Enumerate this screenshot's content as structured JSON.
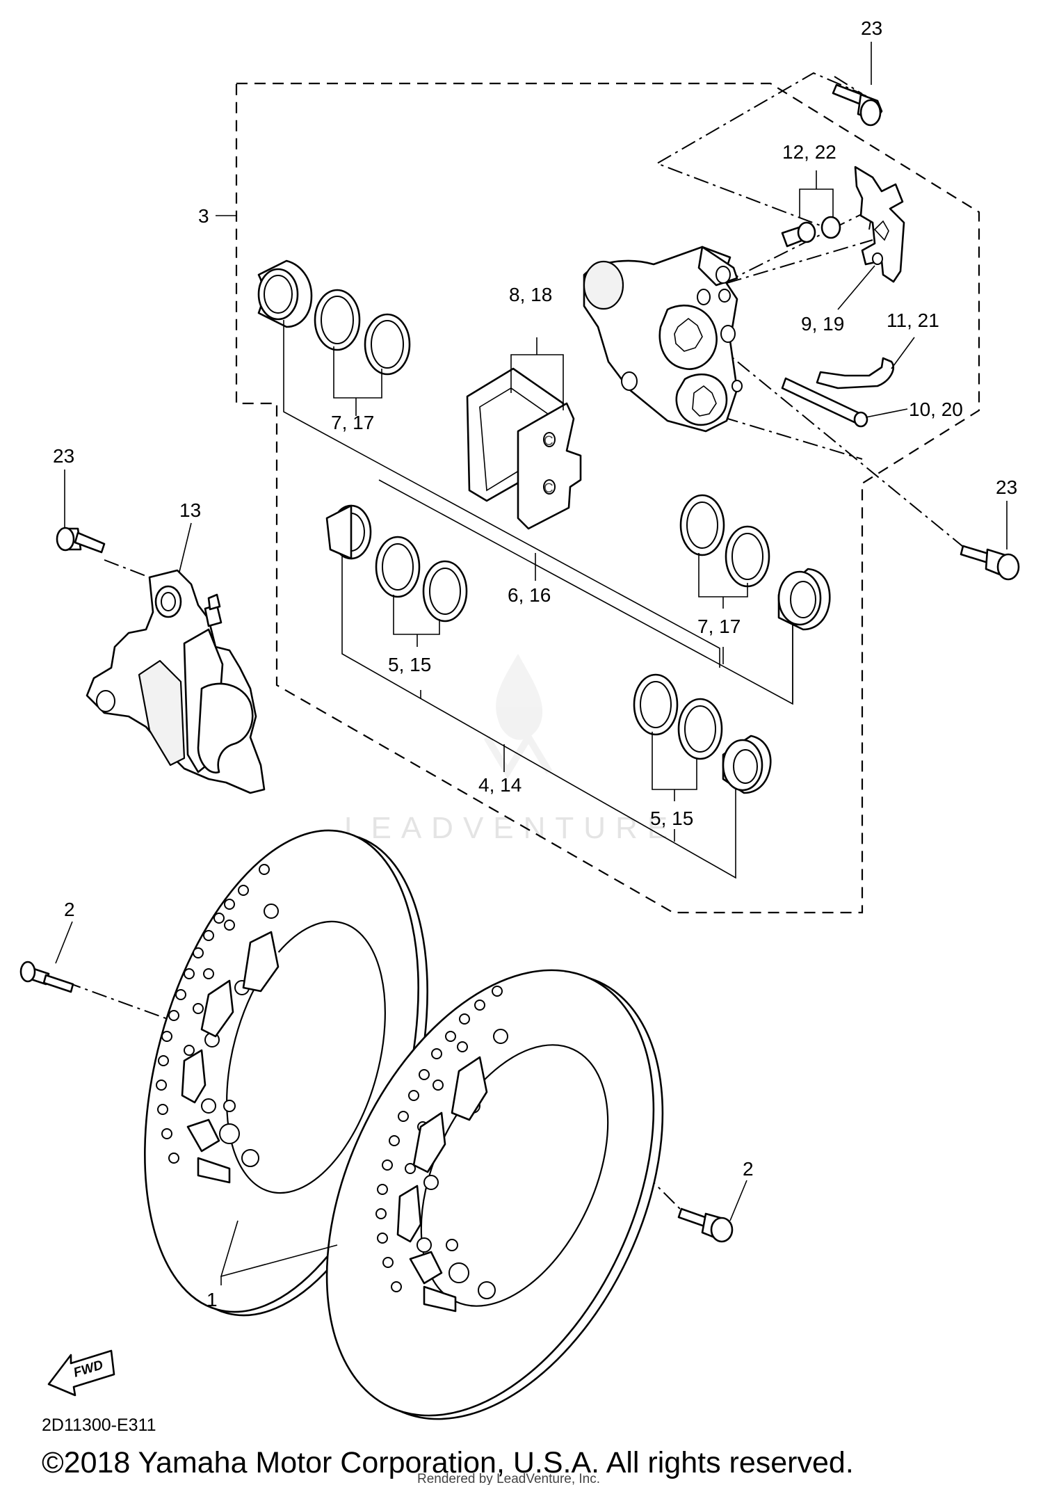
{
  "watermark": {
    "text": "LEADVENTURE"
  },
  "callouts": {
    "c1": "1",
    "c2a": "2",
    "c2b": "2",
    "c3": "3",
    "c4_14": "4, 14",
    "c5_15a": "5, 15",
    "c5_15b": "5, 15",
    "c6_16": "6, 16",
    "c7_17a": "7, 17",
    "c7_17b": "7, 17",
    "c8_18": "8, 18",
    "c9_19": "9, 19",
    "c10_20": "10, 20",
    "c11_21": "11, 21",
    "c12_22": "12, 22",
    "c13": "13",
    "c23a": "23",
    "c23b": "23",
    "c23c": "23"
  },
  "fwd_label": "FWD",
  "diagram_code": "2D11300-E311",
  "copyright": "©2018 Yamaha Motor Corporation, U.S.A. All rights reserved.",
  "rendered_by": "Rendered by LeadVenture, Inc."
}
